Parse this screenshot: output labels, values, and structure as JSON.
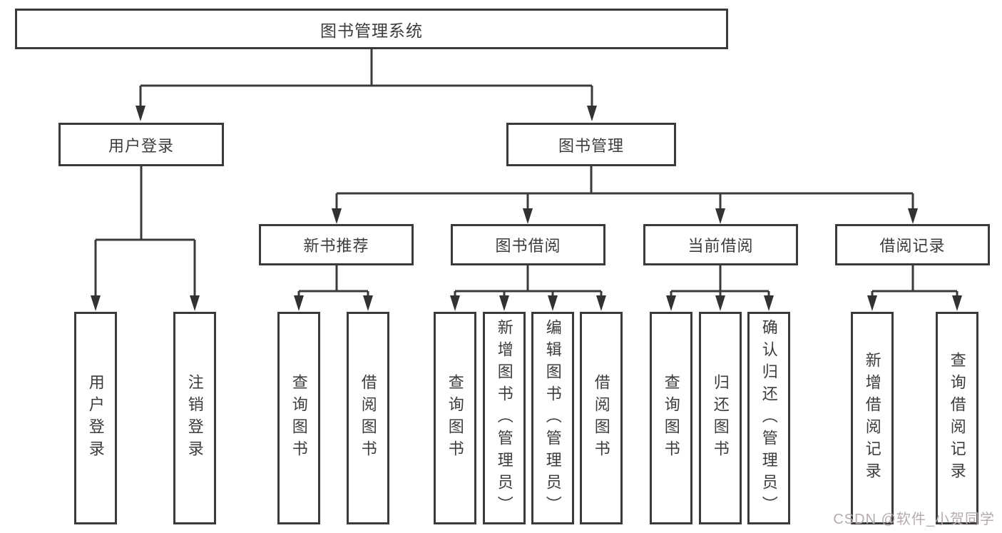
{
  "root": {
    "label": "图书管理系统"
  },
  "level2": {
    "user_login": {
      "label": "用户登录"
    },
    "book_mgmt": {
      "label": "图书管理"
    }
  },
  "level3": {
    "new_books": {
      "label": "新书推荐"
    },
    "book_borrow": {
      "label": "图书借阅"
    },
    "current_borrow": {
      "label": "当前借阅"
    },
    "borrow_records": {
      "label": "借阅记录"
    }
  },
  "leaves": {
    "user_login": [
      "用户登录",
      "注销登录"
    ],
    "new_books": [
      "查询图书",
      "借阅图书"
    ],
    "book_borrow": [
      "查询图书",
      "新增图书（管理员）",
      "编辑图书（管理员）",
      "借阅图书"
    ],
    "current_borrow": [
      "查询图书",
      "归还图书",
      "确认归还（管理员）"
    ],
    "borrow_records": [
      "新增借阅记录",
      "查询借阅记录"
    ]
  },
  "watermark": "CSDN @软件_小贺同学",
  "colors": {
    "line": "#3a3a3a",
    "text": "#3c3c3c",
    "background": "#ffffff",
    "watermark": "#b5abae"
  }
}
